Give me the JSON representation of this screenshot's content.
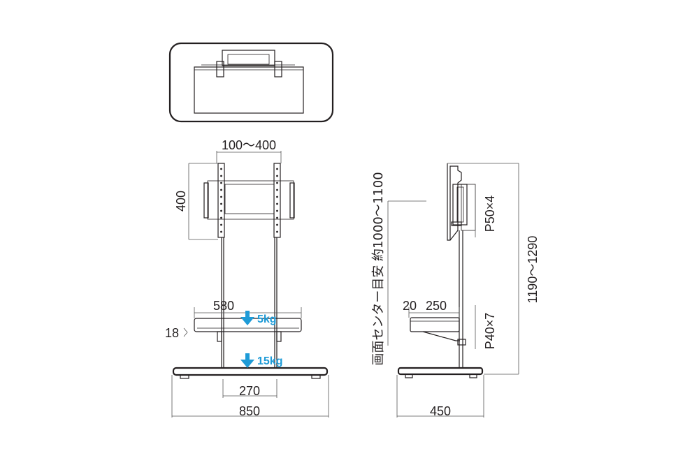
{
  "labels": {
    "vesa_width": "100〜400",
    "vesa_height": "400",
    "shelf_width": "580",
    "shelf_thickness": "18",
    "shelf_load": "5kg",
    "base_load": "15kg",
    "pole_spacing": "270",
    "base_width": "850",
    "shelf_gap": "20",
    "shelf_depth": "250",
    "base_depth": "450",
    "screen_center": "画面センター目安 約1000〜1100",
    "bracket_pitch": "P50×4",
    "shelf_pitch": "P40×7",
    "total_height": "1190〜1290"
  },
  "colors": {
    "line": "#231f20",
    "accent": "#1e9bd7"
  },
  "icons": {
    "load_arrow": "arrow-down-icon"
  }
}
